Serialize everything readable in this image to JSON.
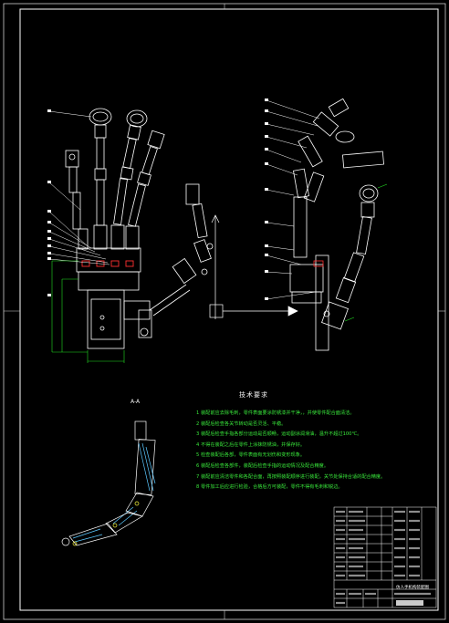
{
  "drawing": {
    "notes_title": "技术要求",
    "notes": [
      "1 装配前应去除毛刺，零件表面要涂防锈漆并干净，，并使零件配合面清洁。",
      "2 装配后检查各关节转动是否灵活、平稳。",
      "3 装配后检查手指各部分运动是否顺畅，运动副涂润滑油，温升不超过100℃。",
      "4 不得在装配之后在零件上涂抹防锈油，并保存好。",
      "5 检查装配后各部，零件表面有无划伤和变形现象。",
      "6 装配后检查各部件，装配后检查手指的运动情况及配合精度。",
      "7 装配前应清洁零件和各配合面，再按照装配顺序进行装配，关节处保持合适的配合精度。",
      "8 零件加工后应进行检验，合格后方可装配，零件不得有毛刺和锐边。"
    ],
    "section_label": "A-A",
    "title_block_title": "仿人手机构装配图"
  },
  "colors": {
    "background": "#000000",
    "line": "#ffffff",
    "notes_text": "#39e83b",
    "dimension": "#22dd22",
    "hidden_part": "#5bc8ff",
    "red_detail": "#ff3030",
    "yellow_detail": "#ffff40"
  }
}
